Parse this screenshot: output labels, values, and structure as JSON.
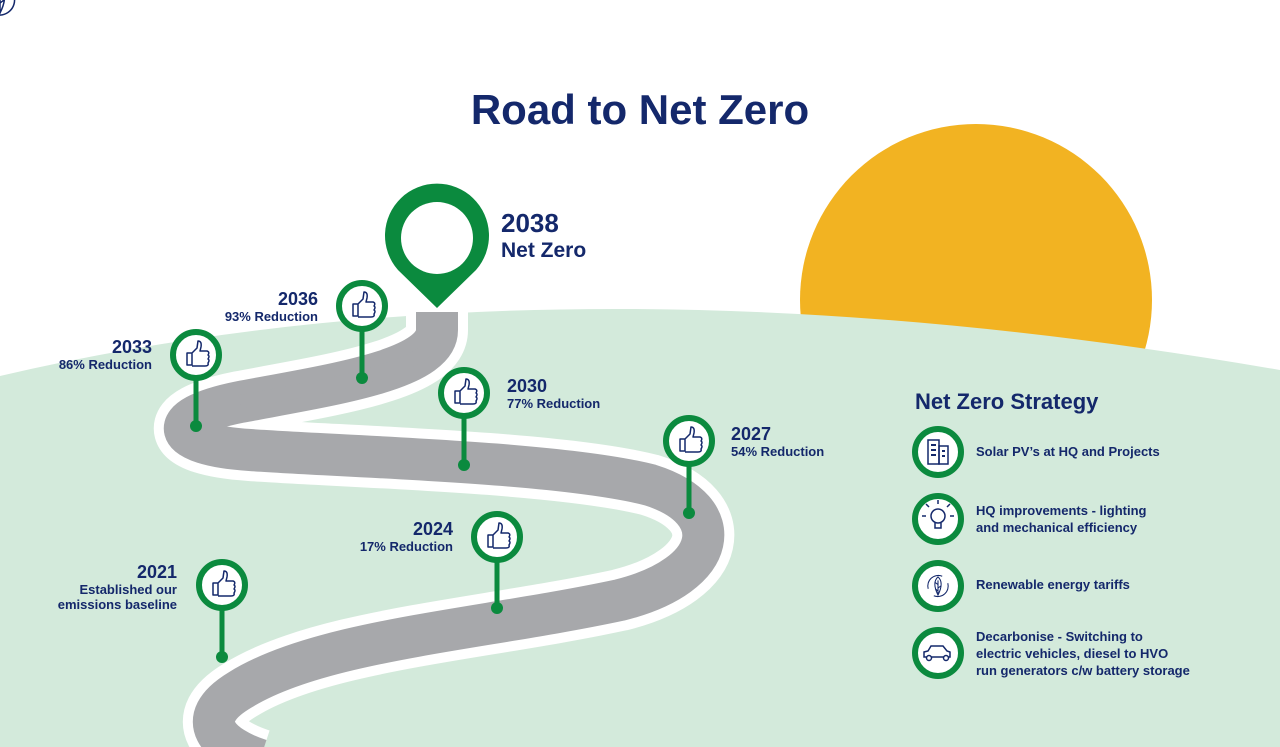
{
  "title": "Road to Net Zero",
  "goal": {
    "year": "2038",
    "label": "Net Zero",
    "icon": "leaf-cycle-icon"
  },
  "milestones": [
    {
      "year": "2021",
      "desc": "Established our emissions baseline",
      "desc_lines": [
        "Established our",
        "emissions baseline"
      ],
      "icon": "thumbs-up-icon"
    },
    {
      "year": "2024",
      "desc": "17% Reduction",
      "reduction_percent": 17,
      "icon": "thumbs-up-icon"
    },
    {
      "year": "2027",
      "desc": "54% Reduction",
      "reduction_percent": 54,
      "icon": "thumbs-up-icon"
    },
    {
      "year": "2030",
      "desc": "77% Reduction",
      "reduction_percent": 77,
      "icon": "thumbs-up-icon"
    },
    {
      "year": "2033",
      "desc": "86% Reduction",
      "reduction_percent": 86,
      "icon": "thumbs-up-icon"
    },
    {
      "year": "2036",
      "desc": "93% Reduction",
      "reduction_percent": 93,
      "icon": "thumbs-up-icon"
    }
  ],
  "strategy": {
    "title": "Net Zero Strategy",
    "items": [
      {
        "lines": [
          "Solar PV’s at HQ and Projects"
        ],
        "icon": "building-icon"
      },
      {
        "lines": [
          "HQ improvements - lighting",
          "and mechanical efficiency"
        ],
        "icon": "lightbulb-icon"
      },
      {
        "lines": [
          "Renewable energy tariffs"
        ],
        "icon": "leaf-cycle-icon"
      },
      {
        "lines": [
          "Decarbonise - Switching to",
          "electric vehicles, diesel to HVO",
          "run generators c/w battery storage"
        ],
        "icon": "car-icon"
      }
    ]
  },
  "colors": {
    "navy": "#14286b",
    "green": "#0b8a3e",
    "hill": "#d3eadb",
    "sun": "#f2b322",
    "road": "#a7a8ab"
  }
}
